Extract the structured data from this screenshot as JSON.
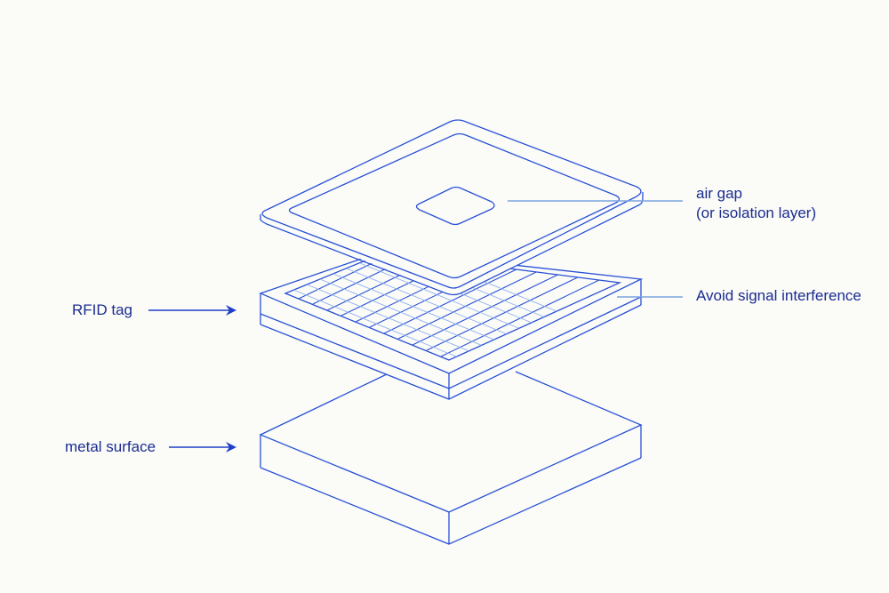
{
  "diagram": {
    "title": "RFID tag mounting on metal surface (exploded view)",
    "colors": {
      "background": "#fbfbf8",
      "line": "#2a52d6",
      "grid": "#6f9ae8",
      "leader": "#7da4e0",
      "text": "#1b2c8f",
      "arrow": "#1f3fc8"
    },
    "layers": [
      {
        "id": "air-gap",
        "name": "air gap layer (top plate)"
      },
      {
        "id": "rfid-tag",
        "name": "RFID tag (antenna grid)"
      },
      {
        "id": "metal-surface",
        "name": "metal surface (base block)"
      }
    ],
    "labels": {
      "air_gap_line1": "air gap",
      "air_gap_line2": "(or isolation layer)",
      "interference": "Avoid signal interference",
      "rfid_tag": "RFID tag",
      "metal_surface": "metal surface"
    }
  }
}
